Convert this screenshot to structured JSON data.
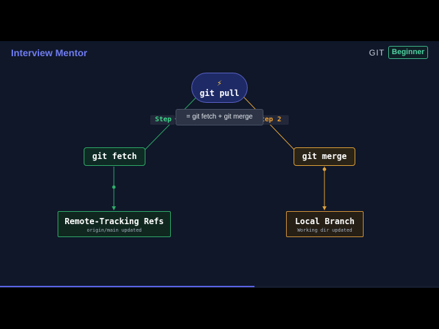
{
  "header": {
    "brand": "Interview Mentor",
    "topic": "GIT",
    "level": "Beginner"
  },
  "nodes": {
    "pull": {
      "icon": "lightning-icon",
      "icon_glyph": "⚡",
      "label": "git pull"
    },
    "fetch": {
      "label": "git fetch"
    },
    "merge": {
      "label": "git merge"
    },
    "remote": {
      "title": "Remote-Tracking Refs",
      "subtitle": "origin/main updated"
    },
    "local": {
      "title": "Local Branch",
      "subtitle": "Working dir updated"
    }
  },
  "edges": {
    "step1_label": "Step",
    "step2_label": "tep 2"
  },
  "tooltip": "= git fetch + git merge",
  "progress": {
    "fraction": 0.58
  },
  "colors": {
    "accent": "#6f7cf0",
    "fetch_green": "#2fae6a",
    "merge_orange": "#e1a23a",
    "background": "#0f1729"
  }
}
